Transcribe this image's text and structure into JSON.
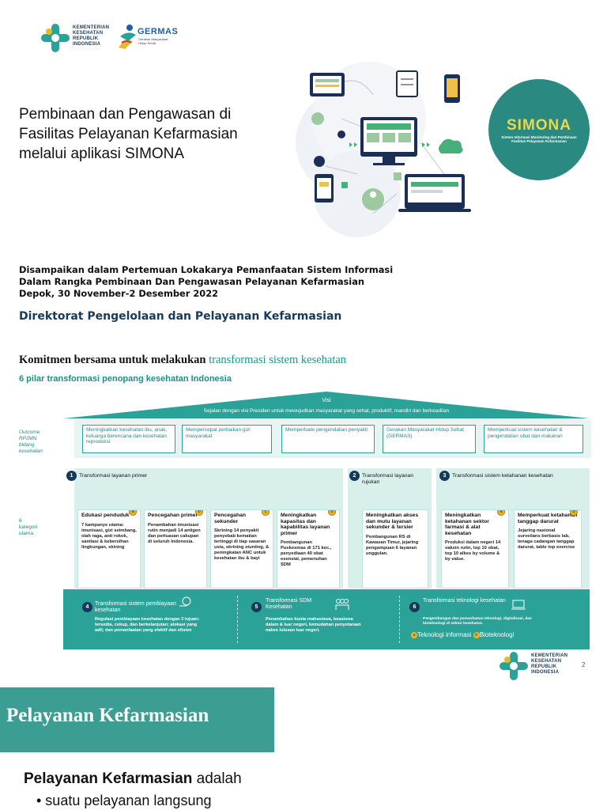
{
  "slide1": {
    "logo_kemenkes": [
      "KEMENTERIAN",
      "KESEHATAN",
      "REPUBLIK",
      "INDONESIA"
    ],
    "logo_germas": "GERMAS",
    "logo_germas_sub": [
      "Gerakan Masyarakat",
      "Hidup Sehat"
    ],
    "title_lines": [
      "Pembinaan dan Pengawasan di",
      "Fasilitas Pelayanan Kefarmasian",
      "melalui aplikasi SIMONA"
    ],
    "simona_word": "SIMONA",
    "simona_sub": [
      "Sistem Informasi Monitoring dan Pembinaan",
      "Fasilitas Pelayanan Kefarmasian"
    ],
    "delivered_lines": [
      "Disampaikan dalam Pertemuan Lokakarya Pemanfaatan Sistem Informasi",
      "Dalam Rangka Pembinaan Dan Pengawasan Pelayanan Kefarmasian",
      "Depok, 30 November-2 Desember 2022"
    ],
    "directorate": "Direktorat Pengelolaan dan Pelayanan Kefarmasian"
  },
  "slide2": {
    "komitmen_prefix": "Komitmen bersama untuk melakukan ",
    "komitmen_highlight": "transformasi sistem kesehatan",
    "pilar": "6 pilar transformasi penopang kesehatan Indonesia",
    "roof_visi": "Visi",
    "roof_visi_text": "Sejalan dengan visi Presiden untuk mewujudkan masyarakat yang sehat, produktif, mandiri dan berkeadilan",
    "outcome_label": [
      "Outcome",
      "RPJMN",
      "bidang",
      "kesehatan"
    ],
    "kategori_label": [
      "6",
      "kategori",
      "utama"
    ],
    "outcomes": [
      "Meningkatkan kesehatan ibu, anak, keluarga berencana dan kesehatan reproduksi",
      "Mempercepat perbaikan gizi masyarakat",
      "Memperbaiki pengendalian penyakit",
      "Gerakan Masyarakat Hidup Sehat (GERMAS)",
      "Memperkuat sistem kesehatan & pengendalian obat dan makanan"
    ],
    "pillars": [
      {
        "num": "1",
        "head": "Transformasi layanan primer"
      },
      {
        "num": "2",
        "head": "Transformasi layanan rujukan"
      },
      {
        "num": "3",
        "head": "Transformasi sistem ketahanan kesehatan"
      }
    ],
    "cards": [
      {
        "badge": "a",
        "title": "Edukasi penduduk",
        "body": "7 kampanye utama: imunisasi, gizi seimbang, olah raga, anti rokok, sanitasi & kebersihan lingkungan, skining"
      },
      {
        "badge": "b",
        "title": "Pencegahan primer",
        "body": "Penambahan imunisasi rutin menjadi 14 antigen dan perluasan cakupan di seluruh Indonesia."
      },
      {
        "badge": "c",
        "title": "Pencegahan sekunder",
        "body": "Skrining 14 penyakit penyebab kematian tertinggi di tiap sasaran usia, skrining stunting, & peningkatan ANC untuk kesehatan ibu & bayi"
      },
      {
        "badge": "d",
        "title": "Meningkatkan kapasitas dan kapabilitas layanan primer",
        "body": "Pembangunan Puskesmas di 171 kec., penyediaan 40 obat esensial, pemenuhan SDM"
      },
      {
        "badge": "",
        "title": "Meningkatkan akses dan mutu layanan sekunder & tersier",
        "body": "Pembangunan RS di Kawasan Timur, jejaring pengampuan 6 layanan unggulan."
      },
      {
        "badge": "a",
        "title": "Meningkatkan ketahanan sektor farmasi & alat kesehatan",
        "body": "Produksi dalam negeri 14 vaksin rutin, top 10 obat, top 10 alkes by volume & by value."
      },
      {
        "badge": "b",
        "title": "Memperkuat ketahanan tanggap darurat",
        "body": "Jejaring nasional surveilans berbasis lab, tenaga cadangan tanggap darurat, table top exercise"
      }
    ],
    "bottom": [
      {
        "num": "4",
        "head": "Transformasi sistem pembiayaan kesehatan",
        "body": "Regulasi pembiayaan kesehatan dengan 3 tujuan: tersedia, cukup, dan berkelanjutan; alokasi yang adil; dan pemanfaatan yang efektif dan efisien"
      },
      {
        "num": "5",
        "head": "Transformasi SDM Kesehatan",
        "body": "Penambahan kuota mahasiswa, beasiswa dalam & luar negeri, kemudahan penyetaraan nakes lulusan luar negeri."
      },
      {
        "num": "6",
        "head": "Transformasi teknologi kesehatan",
        "body": "Pengembangan dan pemanfaatan teknologi, digitalisasi, dan bioteknologi di sektor kesehatan."
      }
    ],
    "tek_a": "a",
    "tek_a_label": "Teknologi informasi",
    "tek_b": "b",
    "tek_b_label": "Bioteknologi",
    "page_number": "2",
    "logo_kemenkes": [
      "KEMENTERIAN",
      "KESEHATAN",
      "REPUBLIK",
      "INDONESIA"
    ]
  },
  "slide3": {
    "title": "Pelayanan Kefarmasian",
    "def_bold": "Pelayanan Kefarmasian",
    "def_rest": " adalah",
    "bullet": "• suatu pelayanan langsung"
  },
  "colors": {
    "teal": "#2aa297",
    "teal_dark": "#3c9d92",
    "navy": "#15395a",
    "gold": "#e8b82b"
  }
}
